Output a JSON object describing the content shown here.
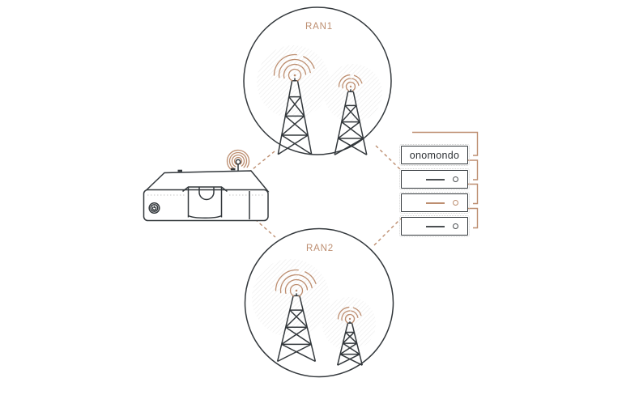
{
  "colors": {
    "accent": "#bd8e70",
    "outline": "#33383c",
    "hatch": "#ededed",
    "muted": "#c6c6c6",
    "led_dark": "#4b4f52"
  },
  "ran1": {
    "label": "RAN1"
  },
  "ran2": {
    "label": "RAN2"
  },
  "core": {
    "title": "onomondo",
    "rack_units": [
      {
        "indicator_color": "#4b4f52"
      },
      {
        "indicator_color": "#bd8e70"
      },
      {
        "indicator_color": "#4b4f52"
      }
    ]
  }
}
